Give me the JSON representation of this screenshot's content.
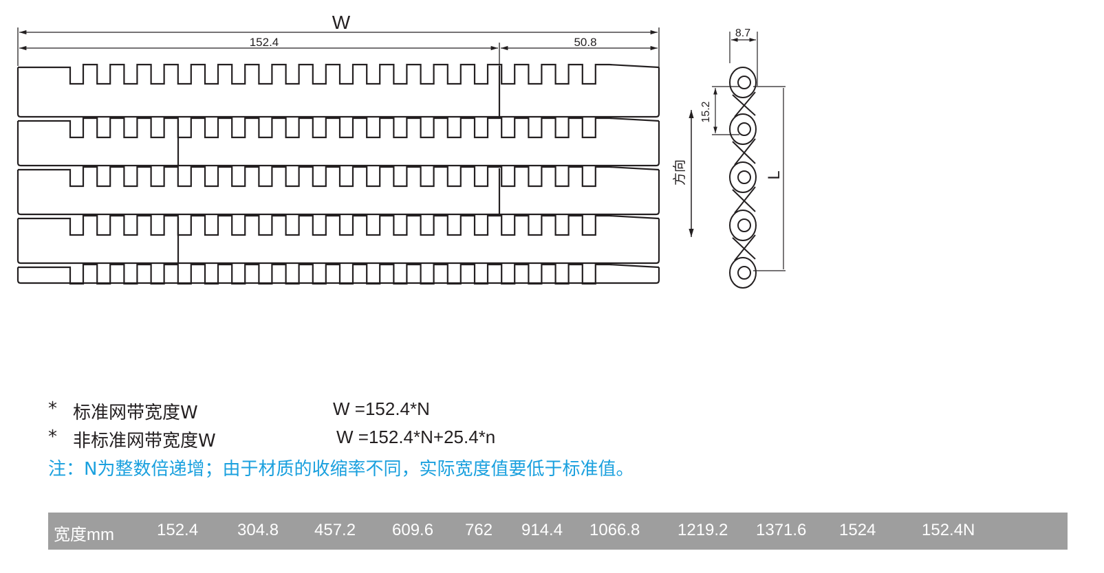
{
  "diagram": {
    "top_view": {
      "overall_width_label": "W",
      "segment_a_label": "152.4",
      "segment_b_label": "50.8"
    },
    "side_view": {
      "thickness_label": "8.7",
      "pitch_label": "15.2",
      "direction_label": "方向",
      "length_label": "L"
    }
  },
  "notes": [
    {
      "marker": "*",
      "label": "标准网带宽度W",
      "formula": "W =152.4*N"
    },
    {
      "marker": "*",
      "label": "非标准网带宽度W",
      "formula": "W =152.4*N+25.4*n"
    }
  ],
  "remark": "注：N为整数倍递增；由于材质的收缩率不同，实际宽度值要低于标准值。",
  "width_table": {
    "header": "宽度mm",
    "values": [
      "152.4",
      "304.8",
      "457.2",
      "609.6",
      "762",
      "914.4",
      "1066.8",
      "1219.2",
      "1371.6",
      "1524",
      "152.4N"
    ],
    "background": "#9e9e9e",
    "text_color": "#ffffff"
  },
  "colors": {
    "line": "#231f20",
    "remark": "#1aa0de"
  }
}
